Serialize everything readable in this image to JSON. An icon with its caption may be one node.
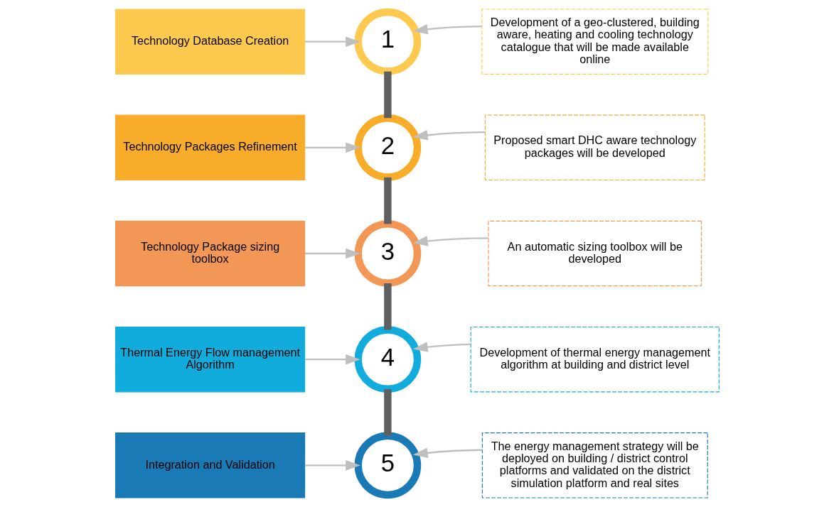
{
  "diagram": {
    "nodes": [
      {
        "text": [
          "Technology Database Creation"
        ]
      },
      {
        "text": [
          "1"
        ]
      },
      {
        "text": [
          "Development of a geo-clustered, building aware, heating and cooling technology catalogue that will be made available online"
        ]
      },
      {
        "text": [
          "Technology Packages Refinement"
        ]
      },
      {
        "text": [
          "2"
        ]
      },
      {
        "text": [
          "Proposed smart DHC aware technology packages will be developed"
        ]
      },
      {
        "text": [
          "Technology Package sizing toolbox"
        ]
      },
      {
        "text": [
          "3"
        ]
      },
      {
        "text": [
          "An automatic sizing toolbox will be developed"
        ]
      },
      {
        "text": [
          "Thermal Energy Flow management Algorithm"
        ]
      },
      {
        "text": [
          "4"
        ]
      },
      {
        "text": [
          "Development of thermal energy management algorithm at building and district level"
        ]
      },
      {
        "text": [
          "Integration and Validation"
        ]
      },
      {
        "text": [
          "5"
        ]
      },
      {
        "text": [
          "The energy management strategy will be deployed on building / district control platforms and validated on the district simulation platform and real sites"
        ]
      }
    ],
    "edges": [
      {
        "from": 0,
        "to": 1,
        "arrow": "to"
      },
      {
        "from": 2,
        "to": 1,
        "arrow": "to"
      },
      {
        "from": 3,
        "to": 4,
        "arrow": "to"
      },
      {
        "from": 5,
        "to": 4,
        "arrow": "to"
      },
      {
        "from": 6,
        "to": 7,
        "arrow": "to"
      },
      {
        "from": 8,
        "to": 7,
        "arrow": "to"
      },
      {
        "from": 9,
        "to": 10,
        "arrow": "to"
      },
      {
        "from": 11,
        "to": 10,
        "arrow": "to"
      },
      {
        "from": 12,
        "to": 13,
        "arrow": "to"
      },
      {
        "from": 14,
        "to": 13,
        "arrow": "to"
      },
      {
        "from": 1,
        "to": 4,
        "arrow": "none",
        "style": "thick",
        "color": "#5f5f5f"
      },
      {
        "from": 4,
        "to": 7,
        "arrow": "none",
        "style": "thick",
        "color": "#5f5f5f"
      },
      {
        "from": 7,
        "to": 10,
        "arrow": "none",
        "style": "thick",
        "color": "#5f5f5f"
      },
      {
        "from": 10,
        "to": 13,
        "arrow": "none",
        "style": "thick",
        "color": "#5f5f5f"
      }
    ]
  }
}
